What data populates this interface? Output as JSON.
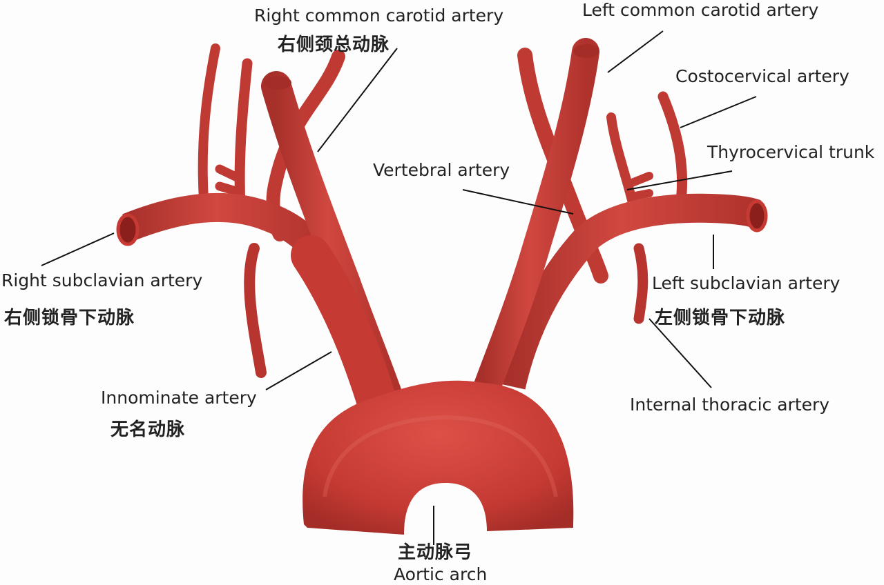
{
  "colors": {
    "artery": "#c73a34",
    "artery_dark": "#9e2a26",
    "artery_highlight": "#e2665e",
    "lumen": "#8a1f1c",
    "leader_line": "#111111",
    "background": "#fdfdfd"
  },
  "labels": {
    "right_common_carotid_en": "Right common carotid artery",
    "right_common_carotid_cn": "右侧颈总动脉",
    "left_common_carotid_en": "Left common carotid artery",
    "costocervical_en": "Costocervical artery",
    "thyrocervical_en": "Thyrocervical trunk",
    "vertebral_en": "Vertebral artery",
    "right_subclavian_en": "Right subclavian artery",
    "right_subclavian_cn": "右侧锁骨下动脉",
    "left_subclavian_en": "Left subclavian artery",
    "left_subclavian_cn": "左侧锁骨下动脉",
    "innominate_en": "Innominate artery",
    "innominate_cn": "无名动脉",
    "internal_thoracic_en": "Internal thoracic artery",
    "aortic_arch_cn": "主动脉弓",
    "aortic_arch_en": "Aortic arch"
  }
}
